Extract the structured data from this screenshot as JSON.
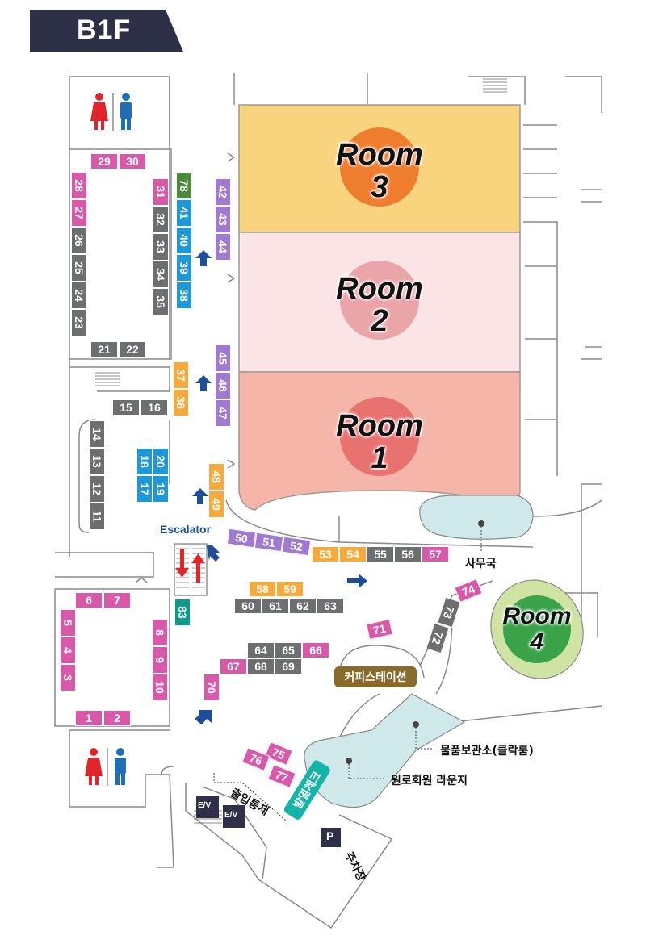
{
  "floor_tag": "B1F",
  "rooms": [
    {
      "id": "room3",
      "word": "Room",
      "num": "3",
      "fill": "#f8d47f",
      "circle": "#ef7d2e"
    },
    {
      "id": "room2",
      "word": "Room",
      "num": "2",
      "fill": "#fbe4e6",
      "circle": "#eaa5a9"
    },
    {
      "id": "room1",
      "word": "Room",
      "num": "1",
      "fill": "#f5b5a8",
      "circle": "#e8726f"
    },
    {
      "id": "room4",
      "word": "Room",
      "num": "4",
      "fill": "#cfe3a3",
      "circle": "#3aa34a"
    }
  ],
  "places": {
    "office": "사무국",
    "cloakroom": "물품보관소(클락룸)",
    "lounge": "원로회원 라운지",
    "coffee_station": "커피스테이션",
    "entry_control": "출입통제",
    "fever_check": "발열체크",
    "parking": "주차장",
    "parking_icon": "P",
    "elevator_1": "E/V",
    "elevator_2": "E/V",
    "escalator": "Escalator"
  },
  "colors": {
    "pink": "#d859a9",
    "gray": "#6d6e70",
    "blue": "#1f98d7",
    "purple": "#a07ad0",
    "orange": "#f5aa3b",
    "green": "#4a8a3a",
    "teal": "#0e9a8a",
    "arrow": "#1e4e9a",
    "esc_red": "#e0262b",
    "water": "#cfe8ea",
    "wall": "#8a8a8a"
  },
  "booths": [
    {
      "n": "29",
      "c": "pink"
    },
    {
      "n": "30",
      "c": "pink"
    },
    {
      "n": "28",
      "c": "pink"
    },
    {
      "n": "27",
      "c": "pink"
    },
    {
      "n": "26",
      "c": "gray"
    },
    {
      "n": "25",
      "c": "gray"
    },
    {
      "n": "24",
      "c": "gray"
    },
    {
      "n": "23",
      "c": "gray"
    },
    {
      "n": "31",
      "c": "pink"
    },
    {
      "n": "32",
      "c": "gray"
    },
    {
      "n": "33",
      "c": "gray"
    },
    {
      "n": "34",
      "c": "gray"
    },
    {
      "n": "35",
      "c": "gray"
    },
    {
      "n": "21",
      "c": "gray"
    },
    {
      "n": "22",
      "c": "gray"
    },
    {
      "n": "78",
      "c": "green"
    },
    {
      "n": "41",
      "c": "blue"
    },
    {
      "n": "40",
      "c": "blue"
    },
    {
      "n": "39",
      "c": "blue"
    },
    {
      "n": "38",
      "c": "blue"
    },
    {
      "n": "42",
      "c": "purple"
    },
    {
      "n": "43",
      "c": "purple"
    },
    {
      "n": "44",
      "c": "purple"
    },
    {
      "n": "45",
      "c": "purple"
    },
    {
      "n": "46",
      "c": "purple"
    },
    {
      "n": "47",
      "c": "purple"
    },
    {
      "n": "37",
      "c": "orange"
    },
    {
      "n": "36",
      "c": "orange"
    },
    {
      "n": "15",
      "c": "gray"
    },
    {
      "n": "16",
      "c": "gray"
    },
    {
      "n": "14",
      "c": "gray"
    },
    {
      "n": "13",
      "c": "gray"
    },
    {
      "n": "12",
      "c": "gray"
    },
    {
      "n": "11",
      "c": "gray"
    },
    {
      "n": "18",
      "c": "blue"
    },
    {
      "n": "20",
      "c": "blue"
    },
    {
      "n": "17",
      "c": "blue"
    },
    {
      "n": "19",
      "c": "blue"
    },
    {
      "n": "48",
      "c": "orange"
    },
    {
      "n": "49",
      "c": "orange"
    },
    {
      "n": "50",
      "c": "purple"
    },
    {
      "n": "51",
      "c": "purple"
    },
    {
      "n": "52",
      "c": "purple"
    },
    {
      "n": "53",
      "c": "orange"
    },
    {
      "n": "54",
      "c": "orange"
    },
    {
      "n": "55",
      "c": "gray"
    },
    {
      "n": "56",
      "c": "gray"
    },
    {
      "n": "57",
      "c": "pink"
    },
    {
      "n": "58",
      "c": "orange"
    },
    {
      "n": "59",
      "c": "orange"
    },
    {
      "n": "60",
      "c": "gray"
    },
    {
      "n": "61",
      "c": "gray"
    },
    {
      "n": "62",
      "c": "gray"
    },
    {
      "n": "63",
      "c": "gray"
    },
    {
      "n": "83",
      "c": "teal"
    },
    {
      "n": "6",
      "c": "pink"
    },
    {
      "n": "7",
      "c": "pink"
    },
    {
      "n": "5",
      "c": "pink"
    },
    {
      "n": "4",
      "c": "pink"
    },
    {
      "n": "3",
      "c": "pink"
    },
    {
      "n": "8",
      "c": "pink"
    },
    {
      "n": "9",
      "c": "pink"
    },
    {
      "n": "10",
      "c": "pink"
    },
    {
      "n": "1",
      "c": "pink"
    },
    {
      "n": "2",
      "c": "pink"
    },
    {
      "n": "64",
      "c": "gray"
    },
    {
      "n": "65",
      "c": "gray"
    },
    {
      "n": "66",
      "c": "pink"
    },
    {
      "n": "67",
      "c": "pink"
    },
    {
      "n": "68",
      "c": "gray"
    },
    {
      "n": "69",
      "c": "gray"
    },
    {
      "n": "70",
      "c": "pink"
    },
    {
      "n": "71",
      "c": "pink"
    },
    {
      "n": "72",
      "c": "gray"
    },
    {
      "n": "73",
      "c": "gray"
    },
    {
      "n": "74",
      "c": "pink"
    },
    {
      "n": "75",
      "c": "pink"
    },
    {
      "n": "76",
      "c": "pink"
    },
    {
      "n": "77",
      "c": "pink"
    }
  ]
}
